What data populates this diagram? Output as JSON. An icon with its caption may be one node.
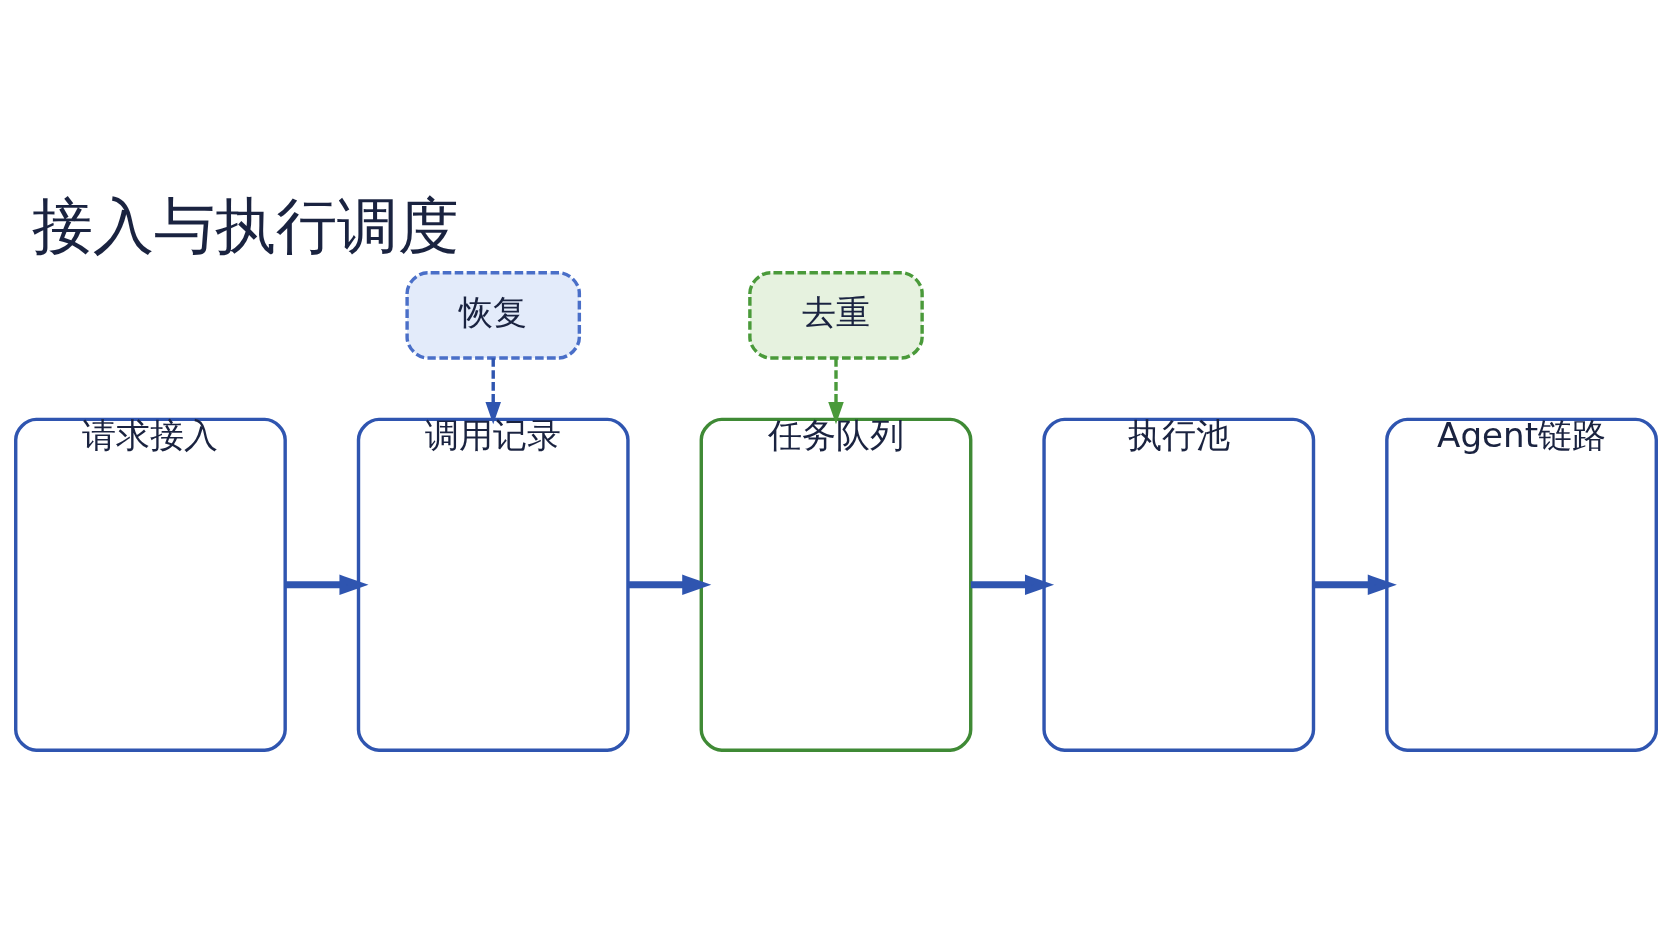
{
  "diagram": {
    "title": "接入与执行调度",
    "nodes": [
      {
        "text": [
          "请求接入"
        ]
      },
      {
        "text": [
          "调用记录"
        ]
      },
      {
        "text": [
          "任务队列"
        ]
      },
      {
        "text": [
          "执行池"
        ]
      },
      {
        "text": [
          "Agent链路"
        ]
      },
      {
        "text": [
          "去重"
        ]
      },
      {
        "text": [
          "恢复"
        ]
      }
    ],
    "edges": [
      {
        "from": 0,
        "to": 1,
        "arrow": "to"
      },
      {
        "from": 1,
        "to": 2,
        "arrow": "to"
      },
      {
        "from": 2,
        "to": 3,
        "arrow": "to"
      },
      {
        "from": 3,
        "to": 4,
        "arrow": "to"
      },
      {
        "from": 5,
        "to": 2,
        "arrow": "to",
        "style": "dashed",
        "color": "#4a9a3a"
      },
      {
        "from": 6,
        "to": 1,
        "arrow": "to",
        "style": "dashed"
      }
    ]
  }
}
